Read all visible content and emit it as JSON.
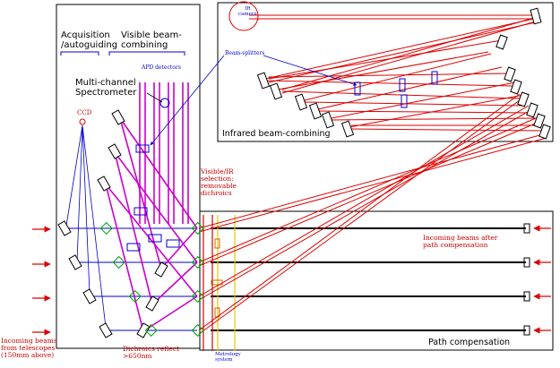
{
  "labels": {
    "acquisition": "Acquisition\n/autoguiding",
    "visible_combining": "Visible beam-\ncombining",
    "apd_detectors": "APD detectors",
    "multichannel_spectrometer": "Multi-channel\nSpectrometer",
    "ccd": "CCD",
    "beam_splitters": "Beam-splitters",
    "ir_camera": "IR\ncamera",
    "infrared_combining": "Infrared beam-combining",
    "visible_ir_selection": "Visible/IR\nselection:\nremovable\ndichroics",
    "incoming_after": "Incoming beams after\npath compensation",
    "incoming_telescopes": "Incoming beams\nfrom telescopes\n(150mm above)",
    "dichroics_reflect": "Dichroics reflect\n>650nm",
    "metrology": "Metrology\nsystem",
    "path_compensation": "Path compensation"
  },
  "colors": {
    "beam_red": "#dd0000",
    "beam_magenta": "#cc00cc",
    "beam_blue": "#0000cc",
    "dichroic_green": "#00aa00",
    "metrology_yellow": "#e8c800",
    "outline": "#000000"
  }
}
